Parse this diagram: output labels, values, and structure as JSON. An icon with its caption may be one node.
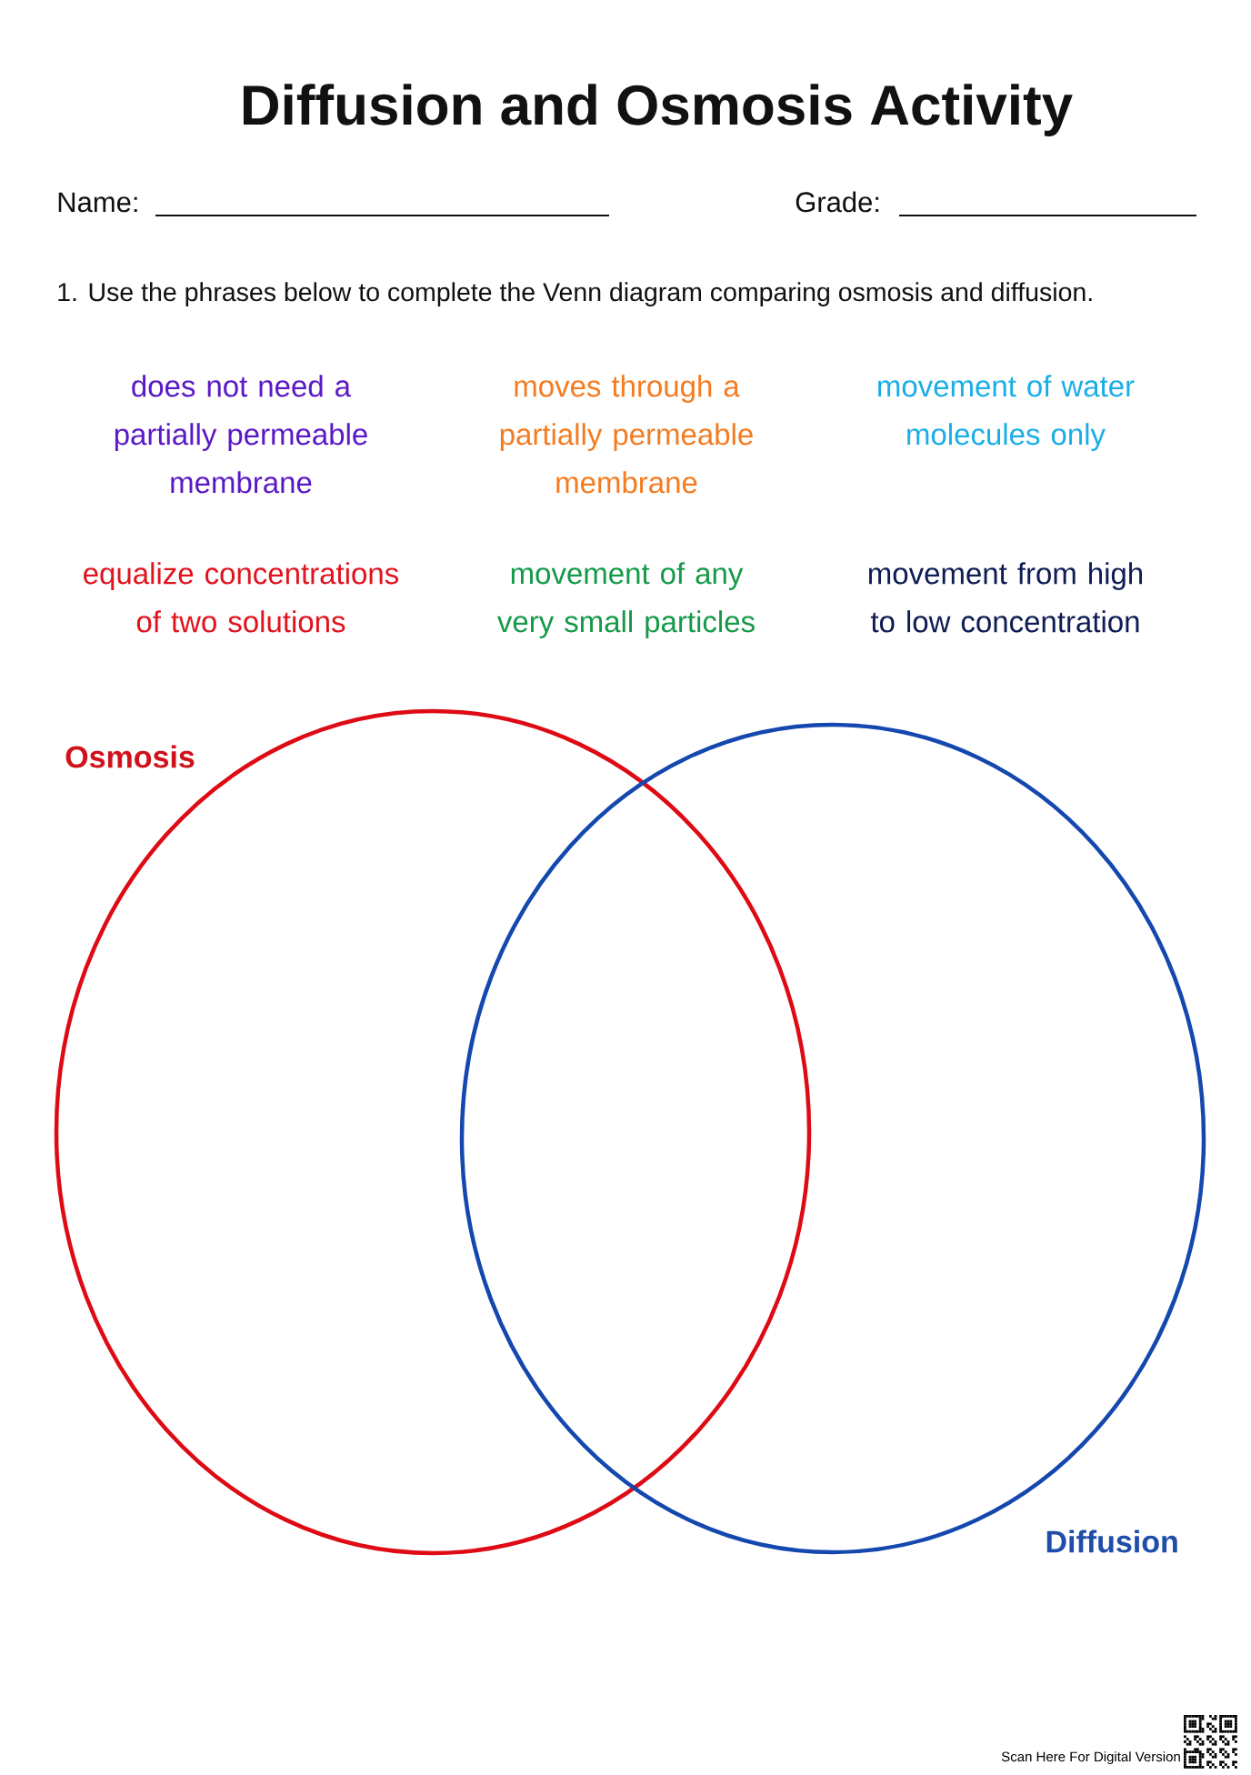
{
  "diagram": {
    "title": "Diffusion and Osmosis Activity",
    "nodes": [
      {
        "text": [
          "Osmosis"
        ]
      },
      {
        "text": [
          "Diffusion"
        ]
      }
    ],
    "labels": [
      "Name:",
      "Grade:",
      "1. Use the phrases below to complete the Venn diagram comparing osmosis and diffusion.",
      "does not need a partially permeable membrane",
      "moves through a partially permeable membrane",
      "movement of water molecules only",
      "equalize concentrations of two solutions",
      "movement of any very small particles",
      "movement from high to low concentration",
      "Scan Here For Digital Version"
    ]
  }
}
